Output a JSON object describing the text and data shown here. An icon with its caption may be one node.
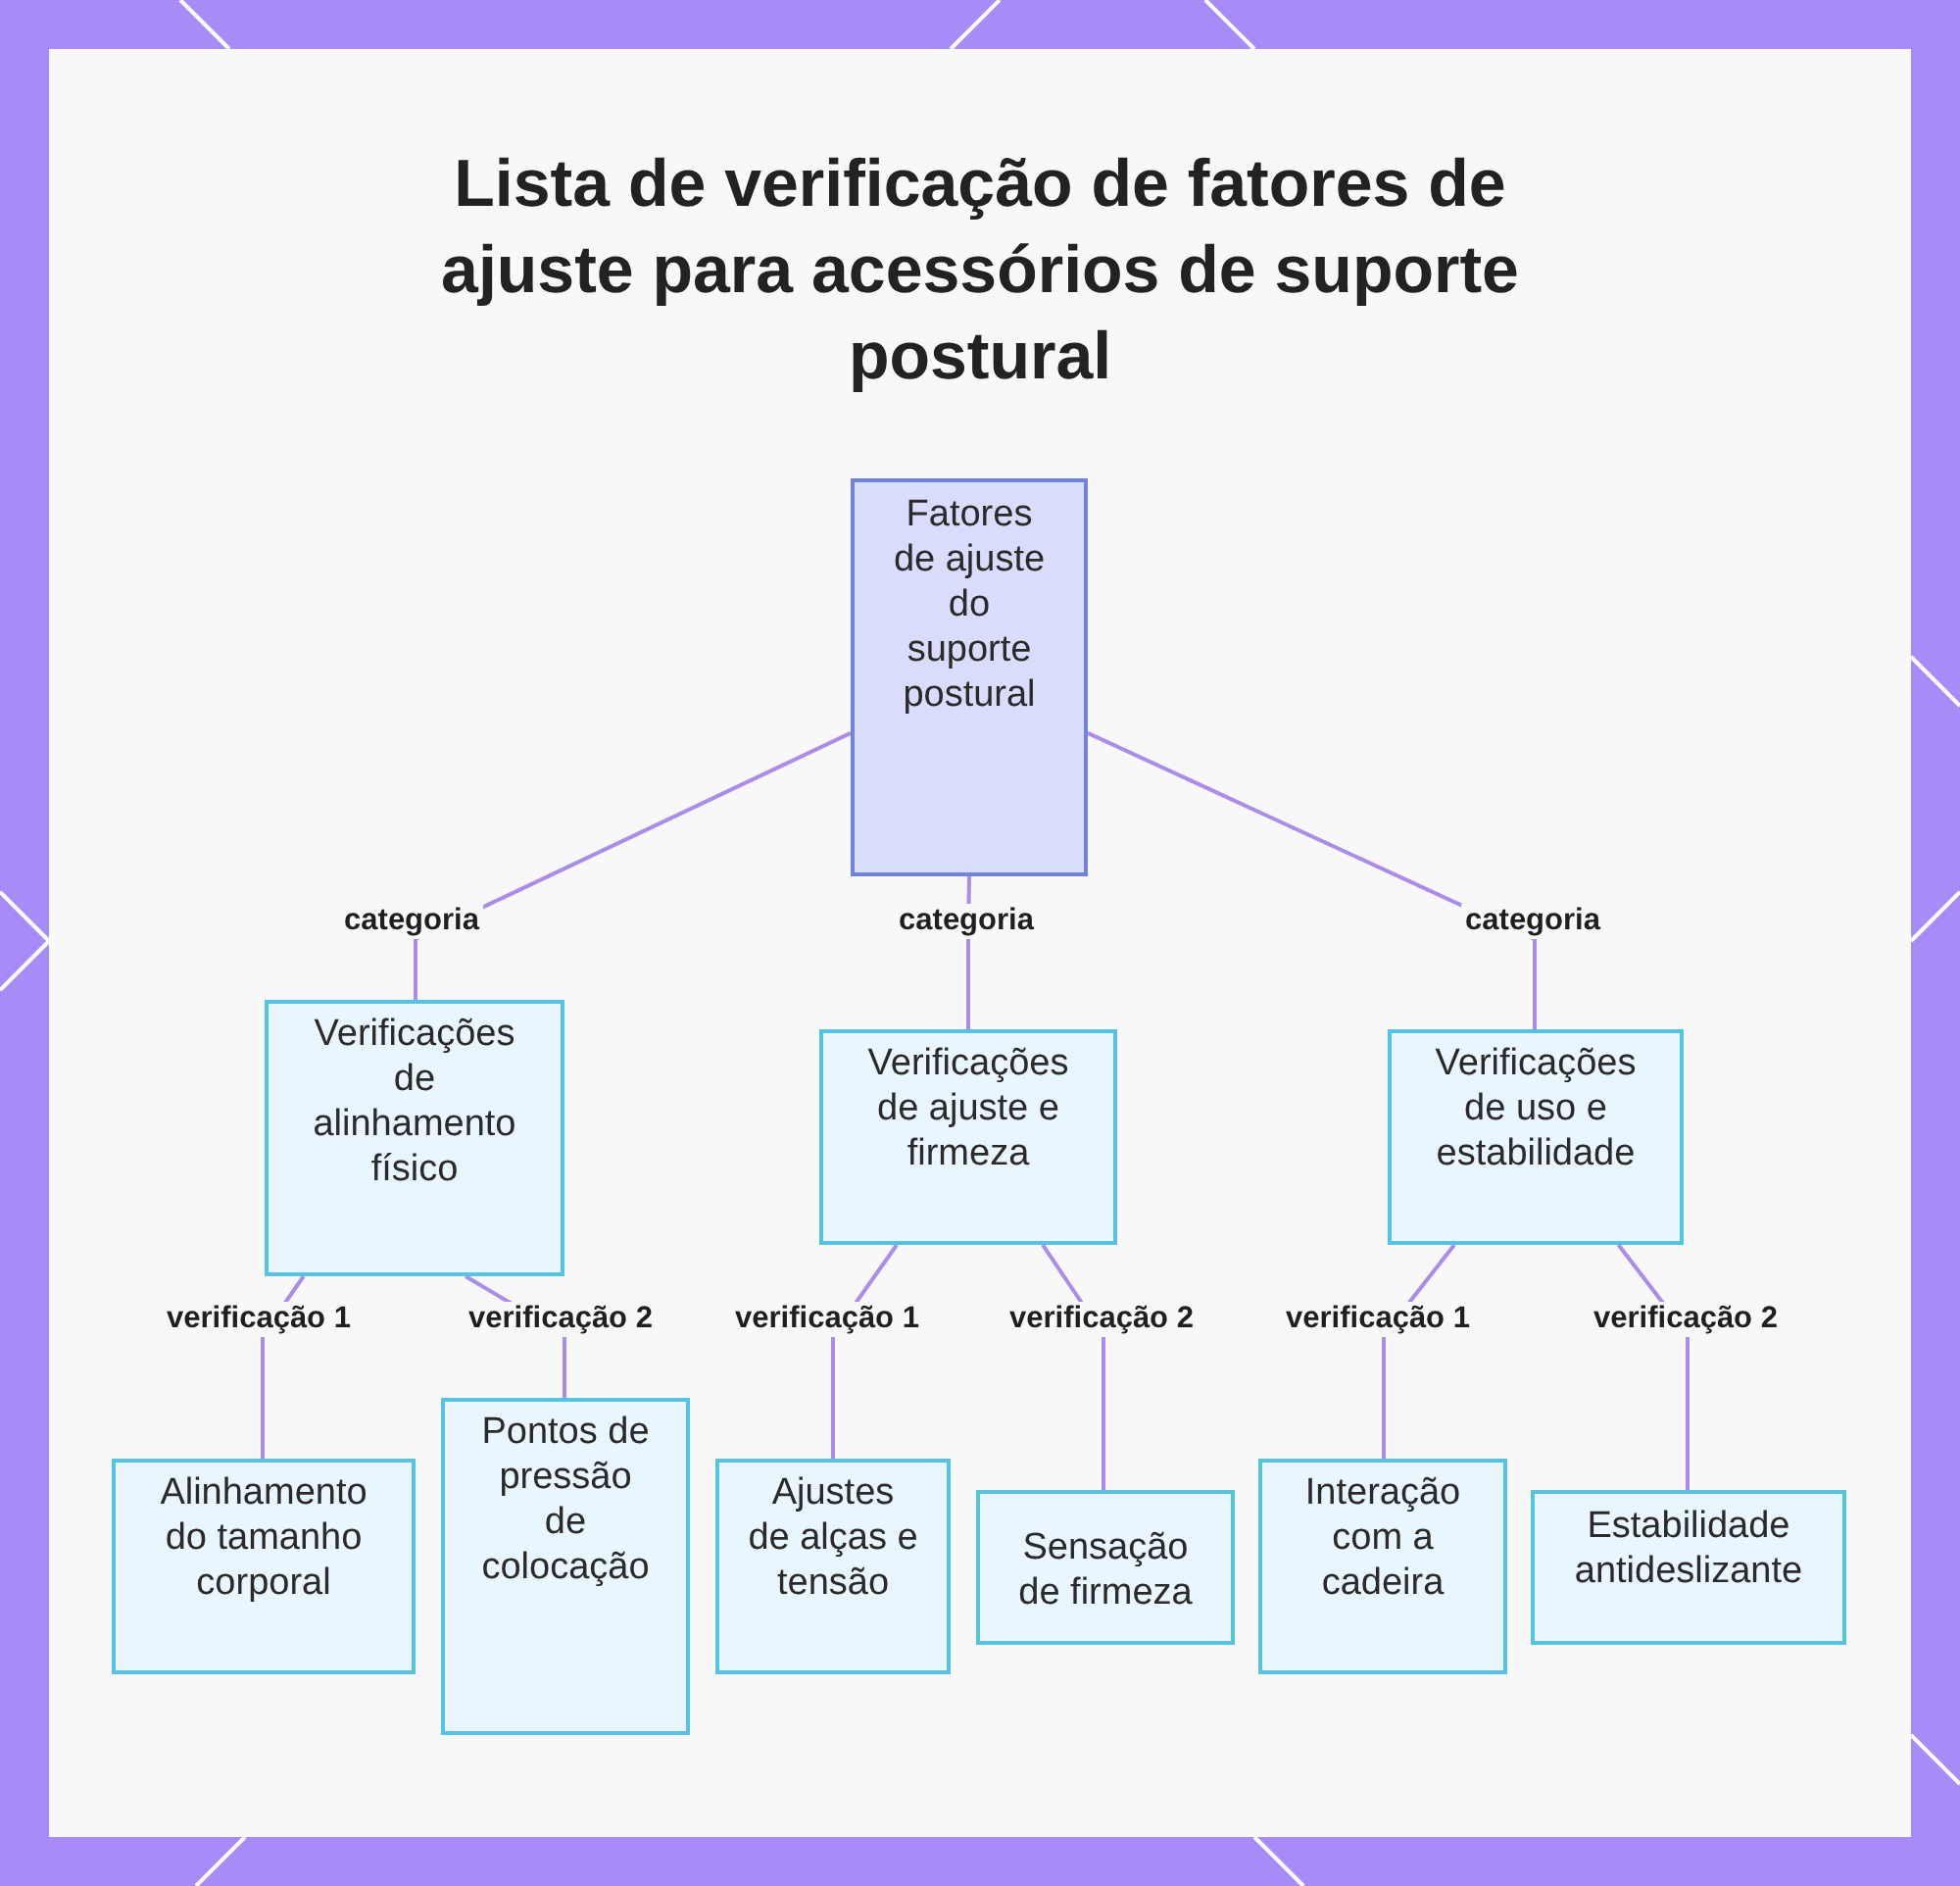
{
  "diagram": {
    "title": "Lista de verificação de fatores de ajuste para acessórios de suporte postural",
    "nodes": [
      {
        "text": [
          "Fatores de ajuste do suporte postural"
        ]
      },
      {
        "text": [
          "Verificações de alinhamento físico"
        ]
      },
      {
        "text": [
          "Verificações de ajuste e firmeza"
        ]
      },
      {
        "text": [
          "Verificações de uso e estabilidade"
        ]
      },
      {
        "text": [
          "Alinhamento do tamanho corporal"
        ]
      },
      {
        "text": [
          "Pontos de pressão de colocação"
        ]
      },
      {
        "text": [
          "Ajustes de alças e tensão"
        ]
      },
      {
        "text": [
          "Sensação de firmeza"
        ]
      },
      {
        "text": [
          "Interação com a cadeira"
        ]
      },
      {
        "text": [
          "Estabilidade antideslizante"
        ]
      }
    ],
    "edges": [
      {
        "from": 0,
        "to": 1,
        "arrow": "none",
        "label": "categoria"
      },
      {
        "from": 0,
        "to": 2,
        "arrow": "none",
        "label": "categoria"
      },
      {
        "from": 0,
        "to": 3,
        "arrow": "none",
        "label": "categoria"
      },
      {
        "from": 1,
        "to": 4,
        "arrow": "none",
        "label": "verificação 1"
      },
      {
        "from": 1,
        "to": 5,
        "arrow": "none",
        "label": "verificação 2"
      },
      {
        "from": 2,
        "to": 6,
        "arrow": "none",
        "label": "verificação 1"
      },
      {
        "from": 2,
        "to": 7,
        "arrow": "none",
        "label": "verificação 2"
      },
      {
        "from": 3,
        "to": 8,
        "arrow": "none",
        "label": "verificação 1"
      },
      {
        "from": 3,
        "to": 9,
        "arrow": "none",
        "label": "verificação 2"
      }
    ]
  }
}
